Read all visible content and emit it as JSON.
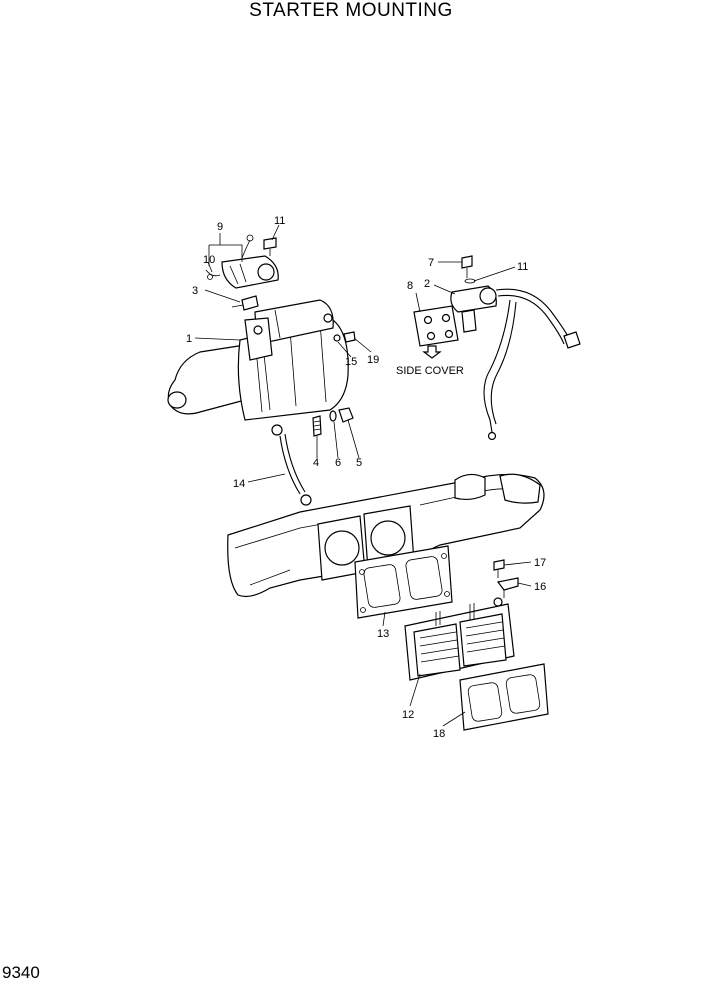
{
  "page": {
    "title": "STARTER MOUNTING",
    "page_number": "9340",
    "side_cover_label": "SIDE COVER"
  },
  "callouts": {
    "c1": "1",
    "c2": "2",
    "c3": "3",
    "c4": "4",
    "c5": "5",
    "c6": "6",
    "c7": "7",
    "c8": "8",
    "c9": "9",
    "c10": "10",
    "c11a": "11",
    "c11b": "11",
    "c12": "12",
    "c13": "13",
    "c14": "14",
    "c15": "15",
    "c16": "16",
    "c17": "17",
    "c18": "18",
    "c19": "19"
  }
}
